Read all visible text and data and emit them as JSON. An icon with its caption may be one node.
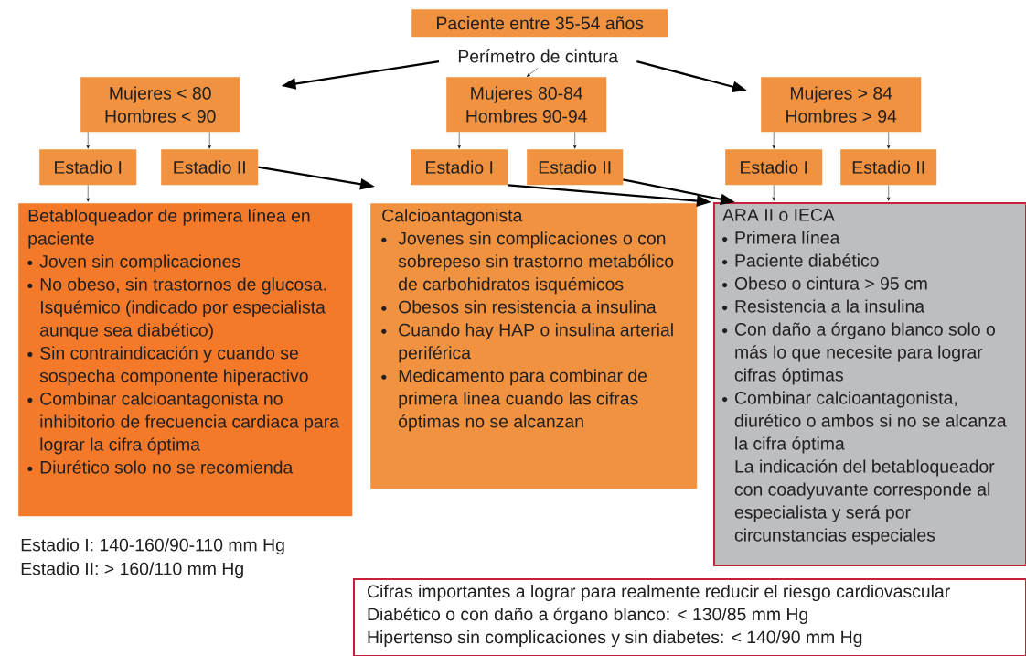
{
  "diagram": {
    "nodes": [
      {
        "text": [
          "Paciente entre 35-54 años"
        ]
      },
      {
        "text": [
          "Perímetro de cintura"
        ]
      },
      {
        "text": [
          "Mujeres < 80",
          "Hombres < 90"
        ]
      },
      {
        "text": [
          "Mujeres 80-84",
          "Hombres 90-94"
        ]
      },
      {
        "text": [
          "Mujeres > 84",
          "Hombres > 94"
        ]
      },
      {
        "text": [
          "Estadio I"
        ]
      },
      {
        "text": [
          "Estadio II"
        ]
      },
      {
        "text": [
          "Estadio I"
        ]
      },
      {
        "text": [
          "Estadio II"
        ]
      },
      {
        "text": [
          "Estadio I"
        ]
      },
      {
        "text": [
          "Estadio II"
        ]
      },
      {
        "text": [
          "Betabloqueador de primera línea en paciente",
          "Joven sin complicaciones",
          "No obeso, sin trastornos de glucosa. Isquémico (indicado por especialista aunque sea diabético)",
          "Sin contraindicación y cuando se sospecha componente hiperactivo",
          "Combinar calcioantagonista no inhibitorio de frecuencia cardiaca para lograr la cifra óptima",
          "Diurético solo no se recomienda"
        ]
      },
      {
        "text": [
          "Calcioantagonista",
          "Jovenes sin complicaciones o con sobrepeso sin trastorno metabólico de carbohidratos isquémicos",
          "Obesos sin resistencia a insulina",
          "Cuando hay HAP o insulina arterial periférica",
          "Medicamento para combinar de primera linea cuando las cifras óptimas no se alcanzan"
        ]
      },
      {
        "text": [
          "ARA II o IECA",
          "Primera línea",
          "Paciente diabético",
          "Obeso o cintura > 95 cm",
          "Resistencia a la insulina",
          "Con daño a órgano blanco solo o más lo que necesite para lograr cifras óptimas",
          "Combinar calcioantagonista, diurético o ambos si no se alcanza la cifra óptima",
          "La indicación del betabloqueador con coadyuvante corresponde al especialista y será por circunstancias especiales"
        ]
      },
      {
        "text": [
          "Cifras importantes a lograr para realmente reducir el riesgo cardiovascular",
          "Diabético o con daño a órgano blanco: < 130/85 mm Hg",
          "Hipertenso sin complicaciones y sin diabetes: < 140/90 mm Hg"
        ]
      }
    ],
    "edges": [
      {
        "from": 1,
        "to": 2,
        "arrow": "to",
        "style": "thick"
      },
      {
        "from": 1,
        "to": 3,
        "arrow": "to"
      },
      {
        "from": 1,
        "to": 4,
        "arrow": "to",
        "style": "thick"
      },
      {
        "from": 2,
        "to": 5,
        "arrow": "to"
      },
      {
        "from": 2,
        "to": 6,
        "arrow": "to"
      },
      {
        "from": 3,
        "to": 7,
        "arrow": "to"
      },
      {
        "from": 3,
        "to": 8,
        "arrow": "to"
      },
      {
        "from": 4,
        "to": 9,
        "arrow": "to"
      },
      {
        "from": 4,
        "to": 10,
        "arrow": "to"
      },
      {
        "from": 5,
        "to": 11,
        "arrow": "to"
      },
      {
        "from": 6,
        "to": 12,
        "arrow": "to",
        "style": "thick"
      },
      {
        "from": 7,
        "to": 13,
        "arrow": "to",
        "style": "thick"
      },
      {
        "from": 8,
        "to": 13,
        "arrow": "to",
        "style": "thick"
      },
      {
        "from": 9,
        "to": 13,
        "arrow": "to"
      },
      {
        "from": 10,
        "to": 13,
        "arrow": "to"
      }
    ],
    "labels": [
      "Estadio I: 140-160/90-110 mm Hg",
      "Estadio II: > 160/110 mm Hg"
    ]
  }
}
